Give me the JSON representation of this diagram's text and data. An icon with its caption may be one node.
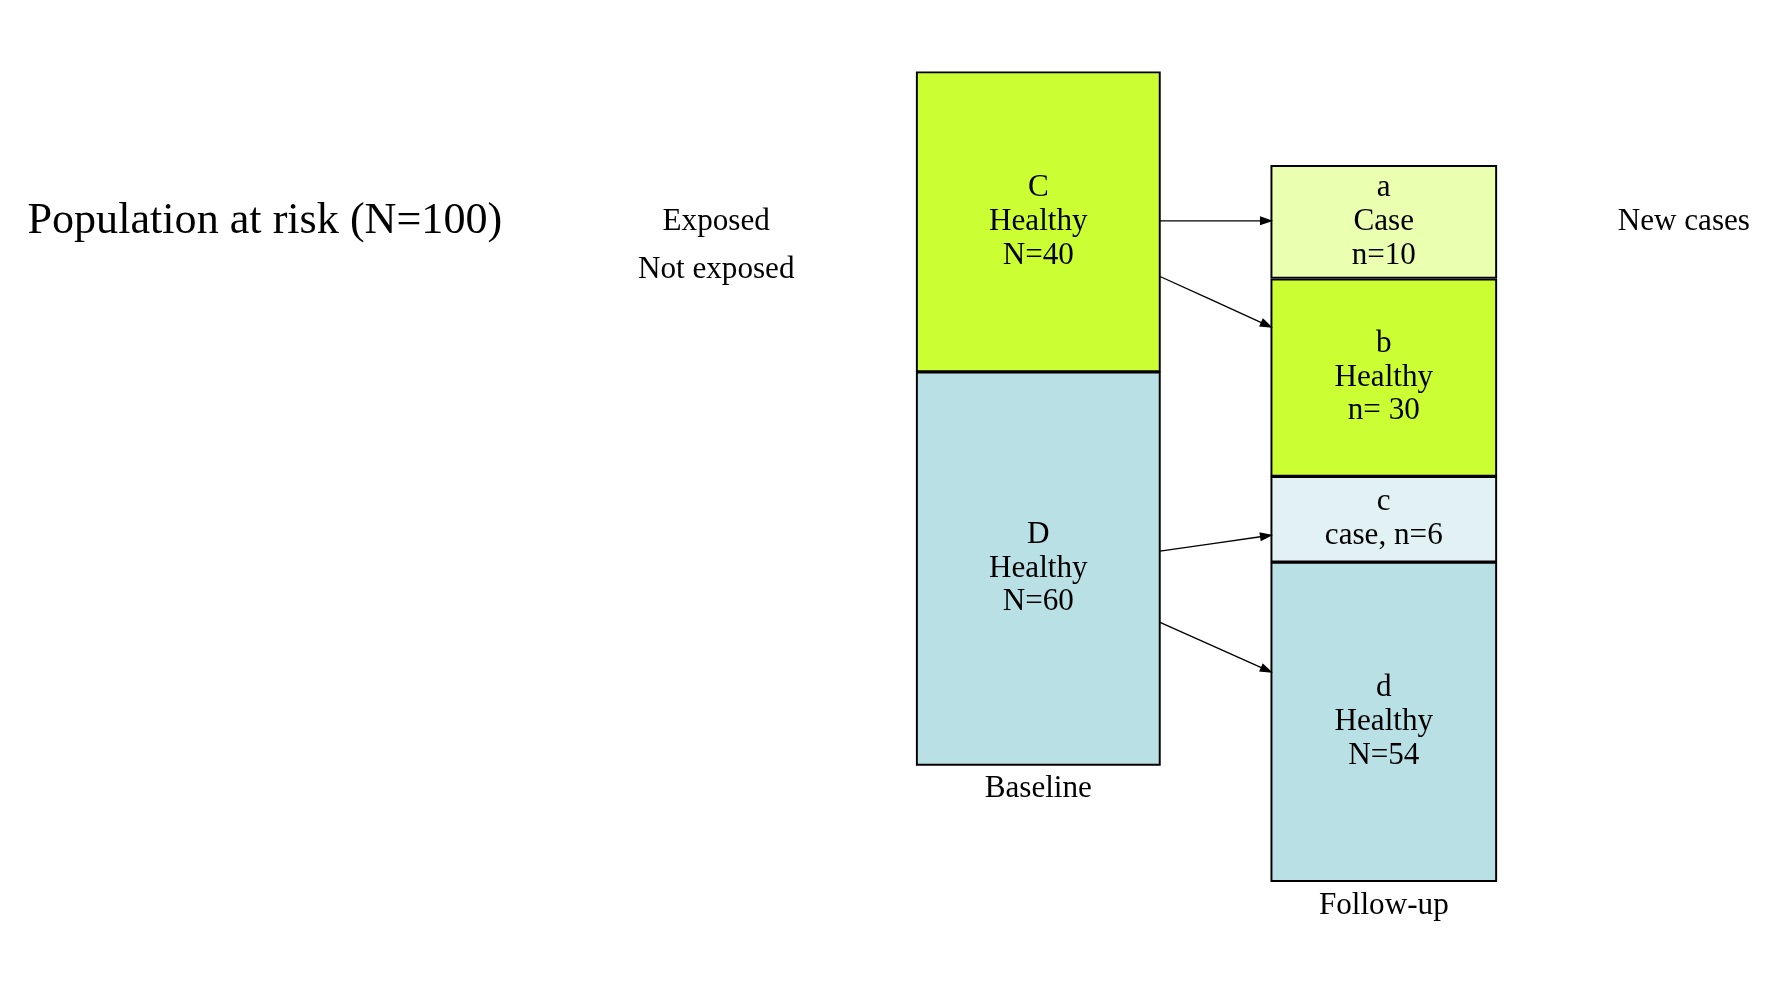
{
  "diagram": {
    "nodes": [
      {
        "text": [
          "C",
          "Healthy",
          "N=40"
        ]
      },
      {
        "text": [
          "D",
          "Healthy",
          "N=60"
        ]
      },
      {
        "text": [
          "a",
          "Case",
          "n=10"
        ]
      },
      {
        "text": [
          "b",
          "Healthy",
          "n= 30"
        ]
      },
      {
        "text": [
          "c",
          "case, n=6"
        ]
      },
      {
        "text": [
          "d",
          "Healthy",
          "N=54"
        ]
      }
    ],
    "edges": [
      {
        "from": 0,
        "to": 2,
        "arrow": "to"
      },
      {
        "from": 0,
        "to": 3,
        "arrow": "to"
      },
      {
        "from": 1,
        "to": 4,
        "arrow": "to"
      },
      {
        "from": 1,
        "to": 5,
        "arrow": "to"
      }
    ],
    "labels": [
      "Population at risk (N=100)",
      "Exposed",
      "Not exposed",
      "Baseline",
      "Follow-up",
      "New cases"
    ]
  }
}
